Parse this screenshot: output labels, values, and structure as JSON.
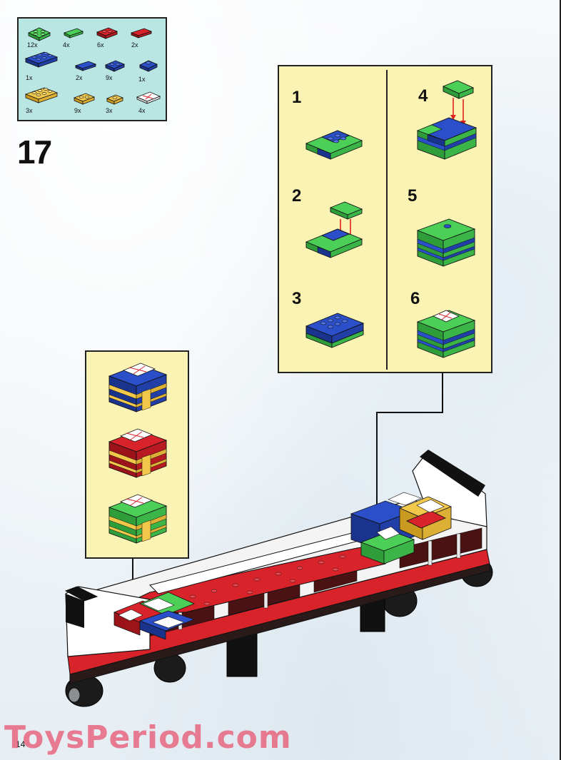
{
  "page": {
    "step_number": "17",
    "page_number": "14",
    "watermark": "ToysPeriod.com"
  },
  "parts_list": [
    {
      "qty": "12x",
      "color": "#4ccf57"
    },
    {
      "qty": "4x",
      "color": "#4ccf57"
    },
    {
      "qty": "6x",
      "color": "#d8232a"
    },
    {
      "qty": "2x",
      "color": "#d8232a"
    },
    {
      "qty": "1x",
      "color": "#2a4fc8"
    },
    {
      "qty": "2x",
      "color": "#2a4fc8"
    },
    {
      "qty": "9x",
      "color": "#2a4fc8"
    },
    {
      "qty": "1x",
      "color": "#2a4fc8"
    },
    {
      "qty": "3x",
      "color": "#f2c84b"
    },
    {
      "qty": "9x",
      "color": "#f2c84b"
    },
    {
      "qty": "3x",
      "color": "#f2c84b"
    },
    {
      "qty": "4x",
      "color": "#ffffff"
    }
  ],
  "sub_steps": [
    "1",
    "2",
    "3",
    "4",
    "5",
    "6"
  ],
  "colors": {
    "green": "#4ccf57",
    "blue": "#2a4fc8",
    "red": "#d8232a",
    "yellow": "#f2c84b",
    "panel_yellow": "#fbf3b4",
    "panel_teal": "#b9e6e2",
    "arrow_red": "#e0201f"
  }
}
